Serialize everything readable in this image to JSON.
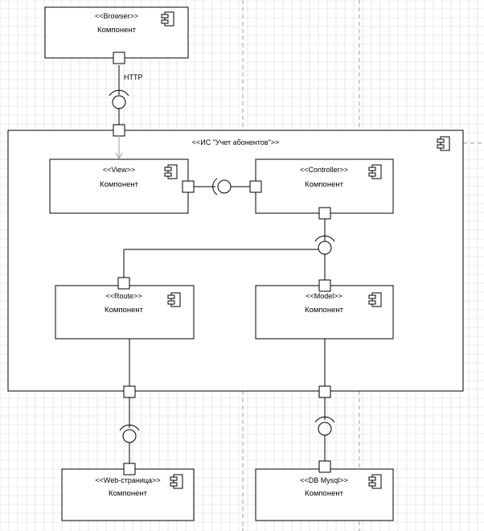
{
  "canvas": {
    "background": "#ffffff",
    "grid_color": "#d9d9d9",
    "guide_color": "#9e9e9e",
    "grid": true
  },
  "component_word": "Компонент",
  "container": {
    "stereotype": "<<ИС \"Учет абонентов\">>",
    "icon": "component-icon"
  },
  "components": {
    "browser": {
      "stereotype": "<<Browser>>",
      "name": "Компонент",
      "icon": "component-icon"
    },
    "view": {
      "stereotype": "<<View>>",
      "name": "Компонент",
      "icon": "component-icon"
    },
    "controller": {
      "stereotype": "<<Controller>>",
      "name": "Компонент",
      "icon": "component-icon"
    },
    "route": {
      "stereotype": "<<Route>>",
      "name": "Компонент",
      "icon": "component-icon"
    },
    "model": {
      "stereotype": "<<Model>>",
      "name": "Компонент",
      "icon": "component-icon"
    },
    "web_page": {
      "stereotype": "<<Web-страница>>",
      "name": "Компонент",
      "icon": "component-icon"
    },
    "db": {
      "stereotype": "<<DB Mysql>>",
      "name": "Компонент",
      "icon": "component-icon"
    }
  },
  "connectors": {
    "http_label": "HTTP"
  }
}
